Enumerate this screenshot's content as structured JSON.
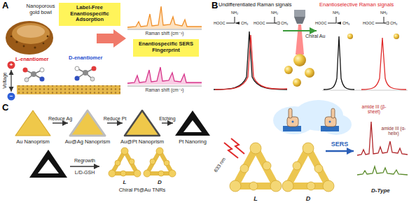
{
  "diagram": {
    "nodes": [
      {
        "text": [
          "Label-Free Enantiospecific Adsorption"
        ]
      },
      {
        "text": [
          "Enantiospecific SERS Fingerprint"
        ]
      },
      {
        "text": [
          "Au Nanoprism"
        ]
      },
      {
        "text": [
          "Au@Ag Nanoprism"
        ]
      },
      {
        "text": [
          "Au@Pt Nanoprism"
        ]
      },
      {
        "text": [
          "Pt Nanoring"
        ]
      },
      {
        "text": [
          "Chiral Pt@Au TNRs"
        ]
      }
    ],
    "edges": [
      {
        "from": 2,
        "to": 3,
        "label": "Reduce Ag",
        "arrow": "to"
      },
      {
        "from": 3,
        "to": 4,
        "label": "Reduce Pt",
        "arrow": "to"
      },
      {
        "from": 4,
        "to": 5,
        "label": "Etching",
        "arrow": "to"
      }
    ],
    "labels": [
      "A",
      "Nanoporous gold bowl",
      "L-enantiomer",
      "D-enantiomer",
      "Voltage",
      "+",
      "−",
      "Raman shift (cm⁻¹)",
      "Raman shift (cm⁻¹)",
      "B",
      "Undifferentiated Raman signals",
      "Enantioselective Raman signals",
      "Chiral Au",
      "NH₂",
      "HOOC",
      "CH₃",
      "NH₂",
      "HOOC",
      "CH₃",
      "NH₂",
      "HOOC",
      "CH₃",
      "NH₂",
      "HOOC",
      "CH₃",
      "C",
      "Regrowth",
      "L/D-GSH",
      "L",
      "D",
      "633 nm",
      "L",
      "D",
      "SERS",
      "amide III (β-sheet)",
      "amide III (α-helix)",
      "D-Type"
    ]
  }
}
